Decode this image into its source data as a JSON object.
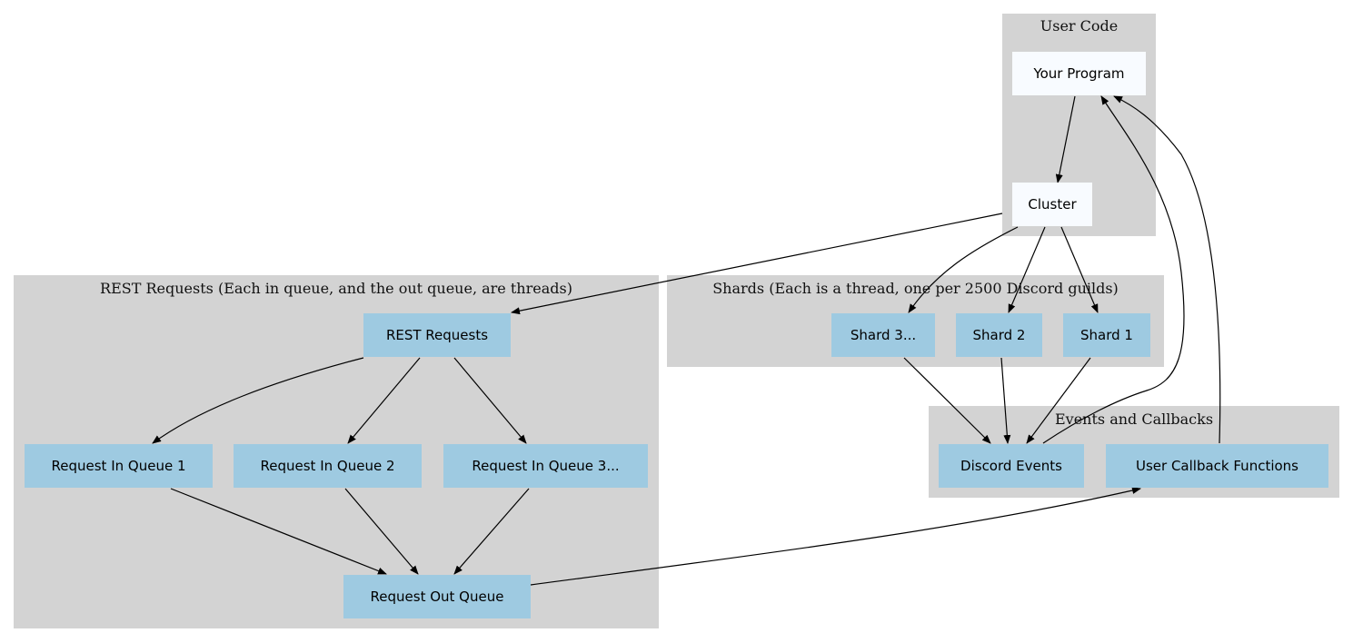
{
  "clusters": {
    "user_code": {
      "label": "User Code"
    },
    "rest": {
      "label": "REST Requests (Each in queue, and the out queue, are threads)"
    },
    "shards": {
      "label": "Shards (Each is a thread, one per 2500 Discord guilds)"
    },
    "events": {
      "label": "Events and Callbacks"
    }
  },
  "nodes": {
    "your_program": "Your Program",
    "cluster": "Cluster",
    "rest_requests": "REST Requests",
    "queue1": "Request In Queue 1",
    "queue2": "Request In Queue 2",
    "queue3": "Request In Queue 3...",
    "out_queue": "Request Out Queue",
    "shard3": "Shard 3...",
    "shard2": "Shard 2",
    "shard1": "Shard 1",
    "discord_events": "Discord Events",
    "user_callbacks": "User Callback Functions"
  },
  "edges": [
    [
      "your_program",
      "cluster"
    ],
    [
      "cluster",
      "rest_requests"
    ],
    [
      "cluster",
      "shard3"
    ],
    [
      "cluster",
      "shard2"
    ],
    [
      "cluster",
      "shard1"
    ],
    [
      "rest_requests",
      "queue1"
    ],
    [
      "rest_requests",
      "queue2"
    ],
    [
      "rest_requests",
      "queue3"
    ],
    [
      "queue1",
      "out_queue"
    ],
    [
      "queue2",
      "out_queue"
    ],
    [
      "queue3",
      "out_queue"
    ],
    [
      "shard3",
      "discord_events"
    ],
    [
      "shard2",
      "discord_events"
    ],
    [
      "shard1",
      "discord_events"
    ],
    [
      "discord_events",
      "your_program"
    ],
    [
      "user_callbacks",
      "your_program"
    ],
    [
      "out_queue",
      "user_callbacks"
    ]
  ],
  "colors": {
    "cluster_fill": "#d3d3d3",
    "node_user": "#f8fbff",
    "node_blue": "#9ecae1",
    "edge": "#000000"
  }
}
